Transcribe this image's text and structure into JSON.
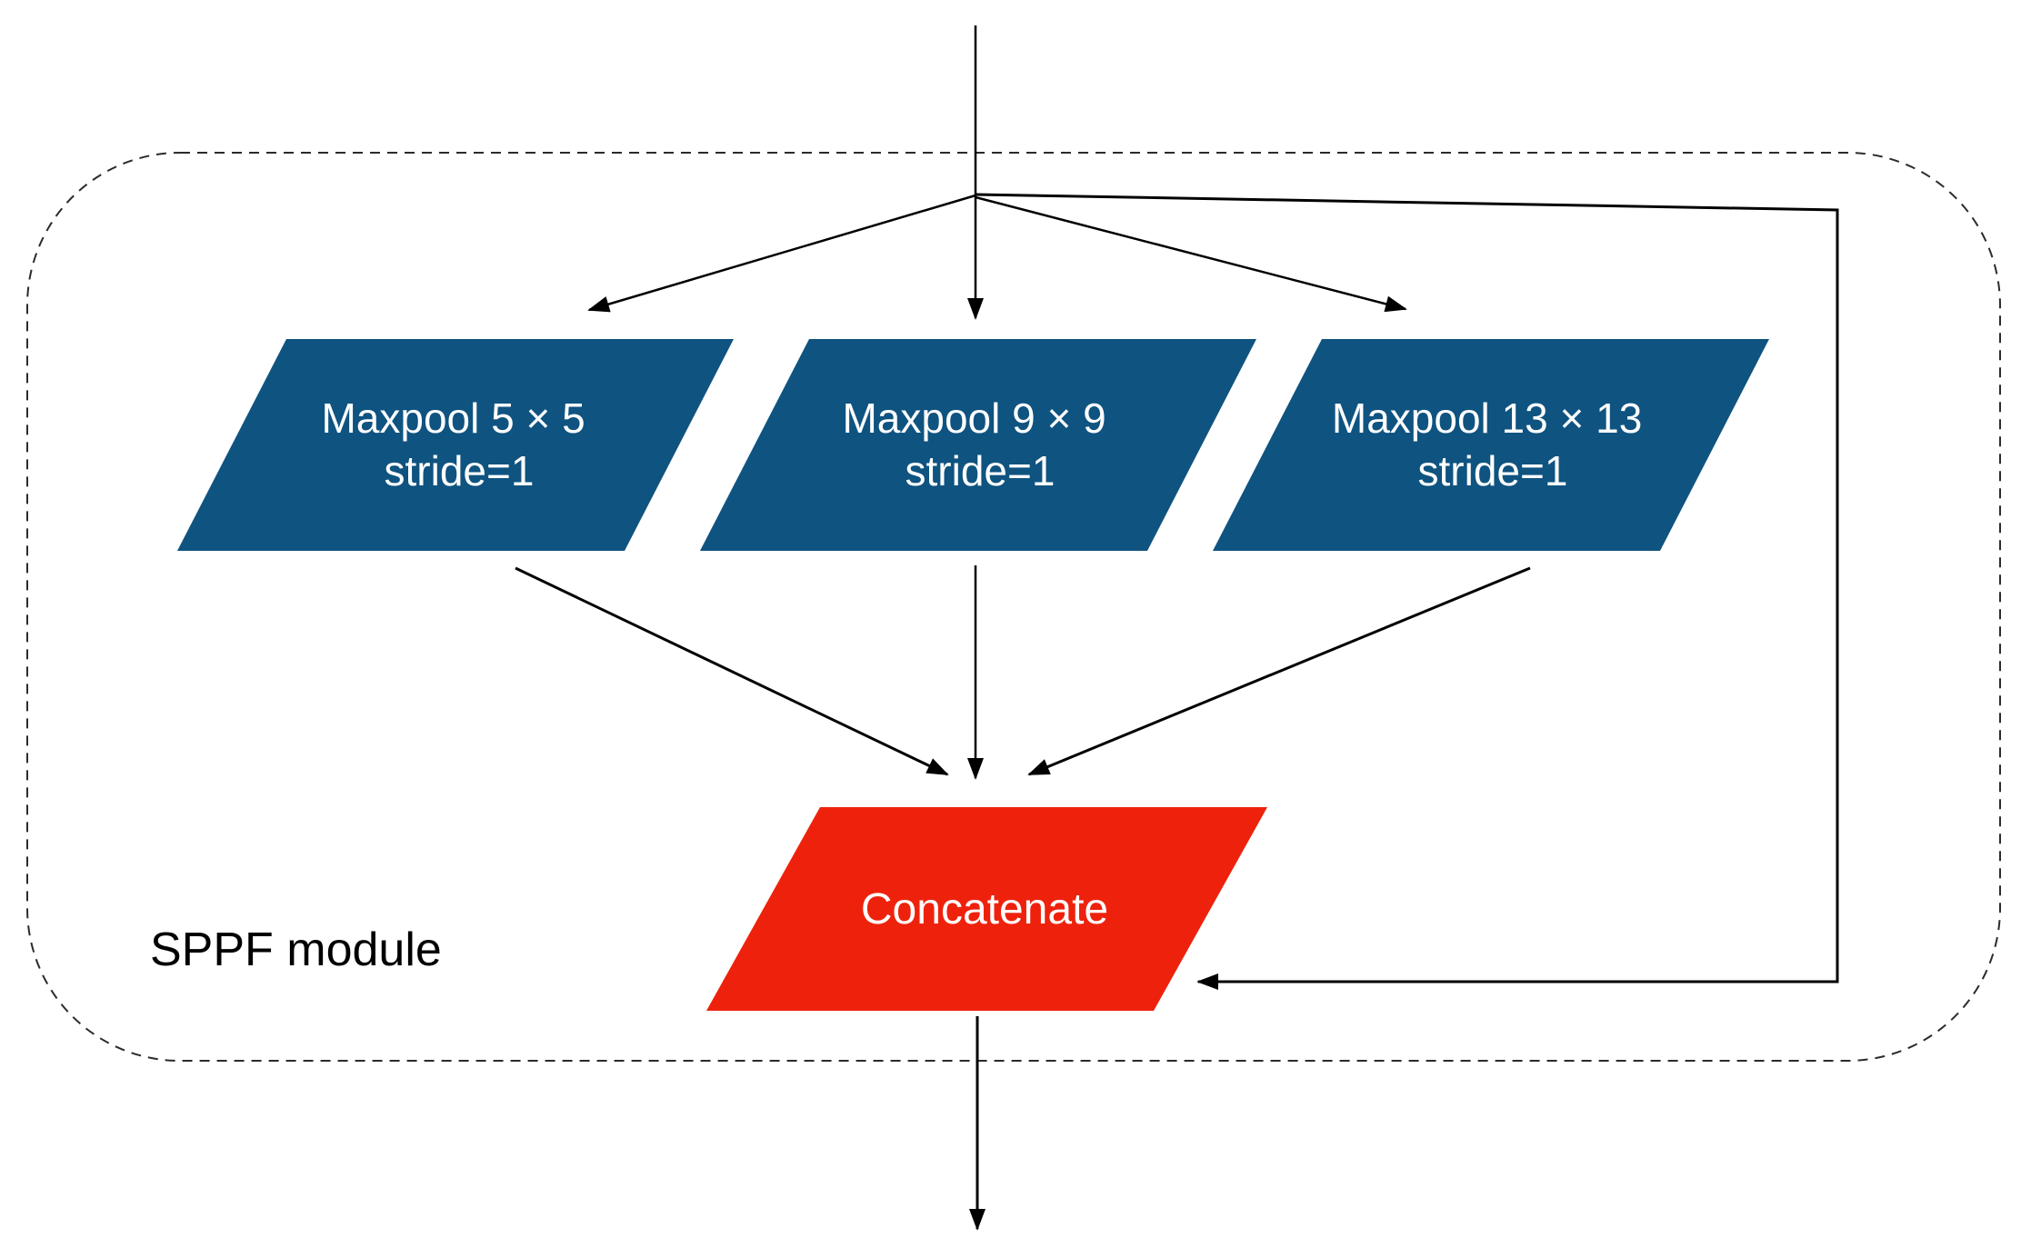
{
  "diagram": {
    "title": "SPPF module",
    "module_label": "SPPF module",
    "blocks": {
      "maxpool_5": {
        "line1": "Maxpool 5 × 5",
        "line2": "stride=1"
      },
      "maxpool_9": {
        "line1": "Maxpool 9 × 9",
        "line2": "stride=1"
      },
      "maxpool_13": {
        "line1": "Maxpool 13 × 13",
        "line2": "stride=1"
      },
      "concat": {
        "label": "Concatenate"
      }
    },
    "colors": {
      "maxpool_fill": "#0F5380",
      "concat_fill": "#EE220C",
      "block_text": "#FFFFFF",
      "line": "#000000",
      "border": "#2B2B2B",
      "label_text": "#000000",
      "background": "#FFFFFF"
    }
  }
}
